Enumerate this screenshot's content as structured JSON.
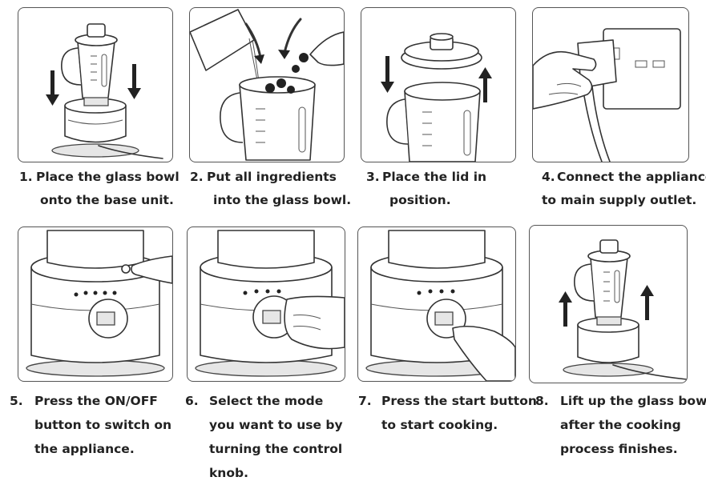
{
  "steps": [
    {
      "number": "1.",
      "lines": [
        "Place the glass bowl",
        "onto the base unit."
      ],
      "illustration": "blender-bowl-onto-base"
    },
    {
      "number": "2.",
      "lines": [
        "Put all ingredients",
        "into the glass bowl."
      ],
      "illustration": "pour-ingredients"
    },
    {
      "number": "3.",
      "lines": [
        "Place the lid in",
        "position."
      ],
      "illustration": "place-lid"
    },
    {
      "number": "4.",
      "lines": [
        "Connect the appliance",
        "to main supply outlet."
      ],
      "illustration": "plug-into-socket"
    },
    {
      "number": "5.",
      "lines": [
        "Press the ON/OFF",
        "button to switch on",
        "the appliance."
      ],
      "illustration": "press-power-button"
    },
    {
      "number": "6.",
      "lines": [
        "Select the mode",
        "you want to use by",
        "turning the control",
        "knob."
      ],
      "illustration": "turn-control-knob"
    },
    {
      "number": "7.",
      "lines": [
        "Press the start button",
        "to start cooking."
      ],
      "illustration": "press-start"
    },
    {
      "number": "8.",
      "lines": [
        "Lift up the glass bowl",
        "after the cooking",
        "process finishes."
      ],
      "illustration": "lift-bowl"
    }
  ]
}
